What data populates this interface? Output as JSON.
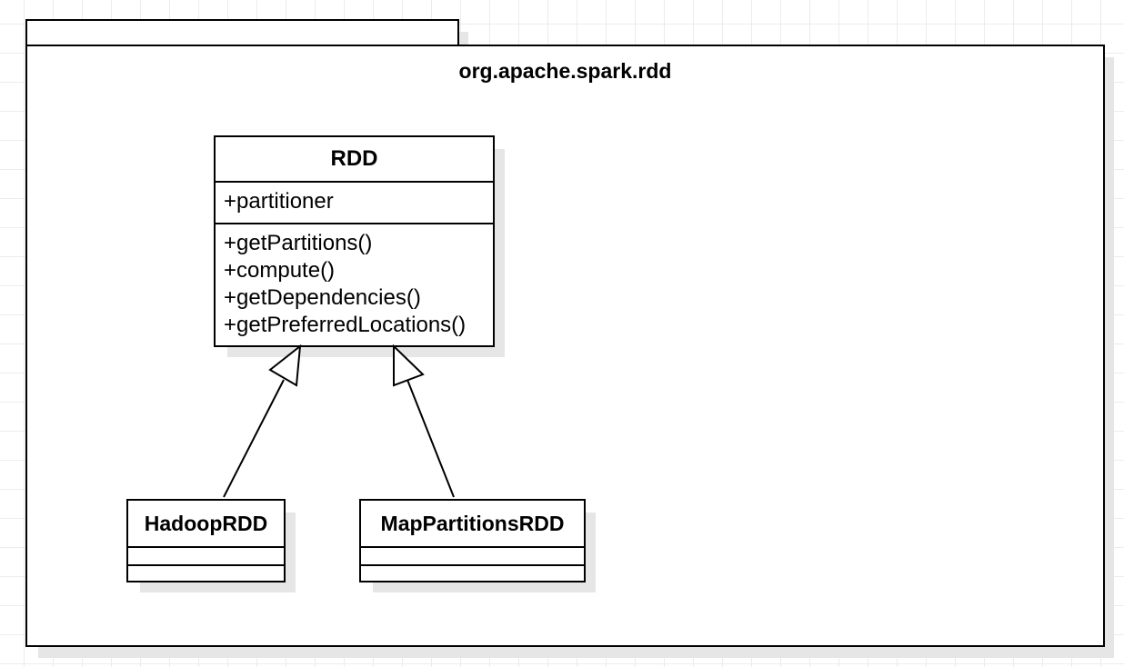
{
  "package": {
    "name": "org.apache.spark.rdd"
  },
  "classes": {
    "rdd": {
      "name": "RDD",
      "attributes": [
        "+partitioner"
      ],
      "methods": [
        "+getPartitions()",
        "+compute()",
        "+getDependencies()",
        "+getPreferredLocations()"
      ]
    },
    "hadoop_rdd": {
      "name": "HadoopRDD"
    },
    "map_partitions_rdd": {
      "name": "MapPartitionsRDD"
    }
  },
  "relations": [
    {
      "type": "generalization",
      "from": "HadoopRDD",
      "to": "RDD"
    },
    {
      "type": "generalization",
      "from": "MapPartitionsRDD",
      "to": "RDD"
    }
  ]
}
